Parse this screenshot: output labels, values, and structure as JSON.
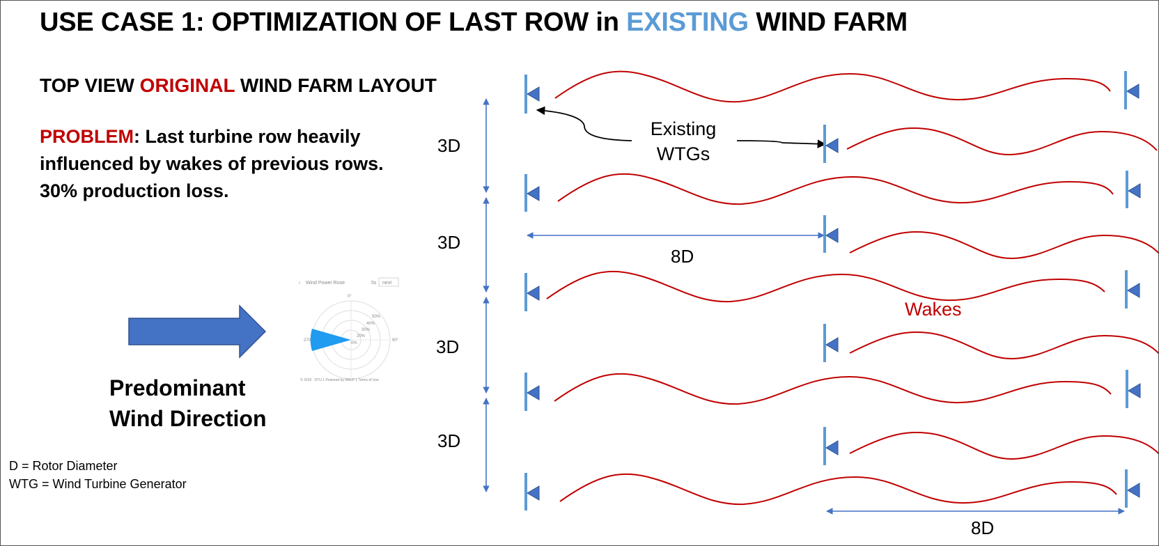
{
  "title": {
    "prefix": "USE CASE 1: OPTIMIZATION OF LAST ROW in ",
    "highlight": "EXISTING",
    "suffix": " WIND FARM"
  },
  "subtitle": {
    "prefix": "TOP VIEW ",
    "highlight": "ORIGINAL",
    "suffix": " WIND FARM LAYOUT"
  },
  "problem": {
    "label": "PROBLEM",
    "text": ": Last turbine row heavily influenced by wakes of previous rows. 30% production loss."
  },
  "wind_direction": {
    "line1": "Predominant",
    "line2": "Wind Direction"
  },
  "legend": {
    "line1": "D = Rotor Diameter",
    "line2": "WTG = Wind Turbine Generator"
  },
  "dimensions": {
    "row_spacing": "3D",
    "turbine_spacing": "8D"
  },
  "callout": {
    "line1": "Existing",
    "line2": "WTGs"
  },
  "wakes_label": "Wakes",
  "wind_rose": {
    "title": "Wind Power Rose",
    "controls": "5s",
    "next": "next",
    "directions": {
      "north": "0°",
      "east": "90°",
      "west": "270°"
    },
    "rings": [
      "20%",
      "30%",
      "40%",
      "50%"
    ],
    "center": "0%",
    "footer": "© 2019 · DTU 1 Powered by WAsP 1 Terms of Use"
  },
  "colors": {
    "accent_blue": "#5b9bd5",
    "problem_red": "#c00000",
    "arrow_fill": "#4472c4",
    "rose_fill": "#1f9bf0"
  }
}
